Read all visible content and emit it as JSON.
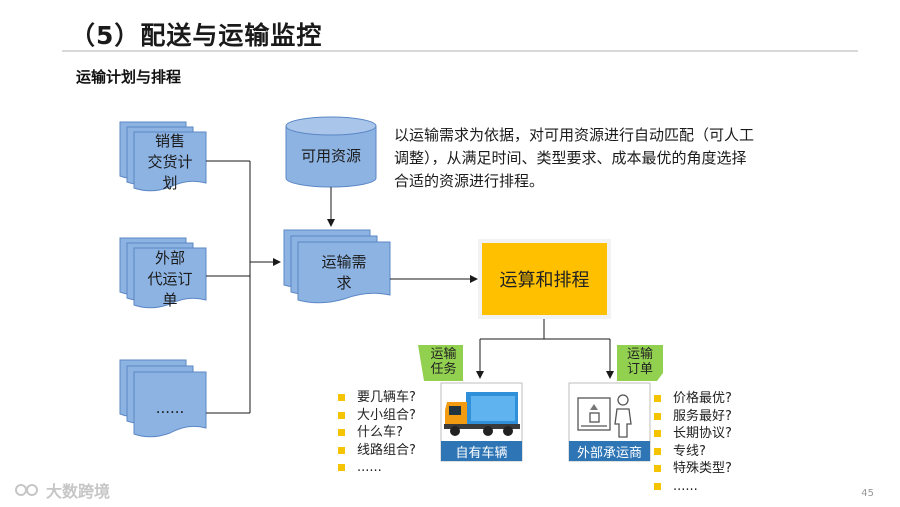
{
  "header": {
    "title": "（5）配送与运输监控",
    "subtitle": "运输计划与排程"
  },
  "sources": [
    {
      "label": "销售\n交货计\n划"
    },
    {
      "label": "外部\n代运订\n单"
    },
    {
      "label": "......"
    }
  ],
  "resource": {
    "label": "可用资源"
  },
  "demand": {
    "label": "运输需\n求"
  },
  "description": "以运输需求为依据，对可用资源进行自动匹配（可人工调整），从满足时间、类型要求、成本最优的角度选择合适的资源进行排程。",
  "calc": {
    "label": "运算和排程"
  },
  "branches": [
    {
      "tag": "运输\n任务",
      "caption": "自有车辆",
      "icon": "truck-icon",
      "bullets": [
        "要几辆车?",
        "大小组合?",
        "什么车?",
        "线路组合?",
        "......"
      ]
    },
    {
      "tag": "运输\n订单",
      "caption": "外部承运商",
      "icon": "carrier-icon",
      "bullets": [
        "价格最优?",
        "服务最好?",
        "长期协议?",
        "专线?",
        "特殊类型?",
        "......"
      ]
    }
  ],
  "watermark": "大数跨境",
  "page_number": "45",
  "colors": {
    "doc_fill": "#8db3e2",
    "doc_stroke": "#5b87c5",
    "calc_fill": "#ffc000",
    "calc_stroke": "#f2f2f2",
    "tag_fill": "#92d050",
    "bullet": "#f5c400",
    "caption_bar": "#2e75b6",
    "line": "#1a1a1a"
  }
}
